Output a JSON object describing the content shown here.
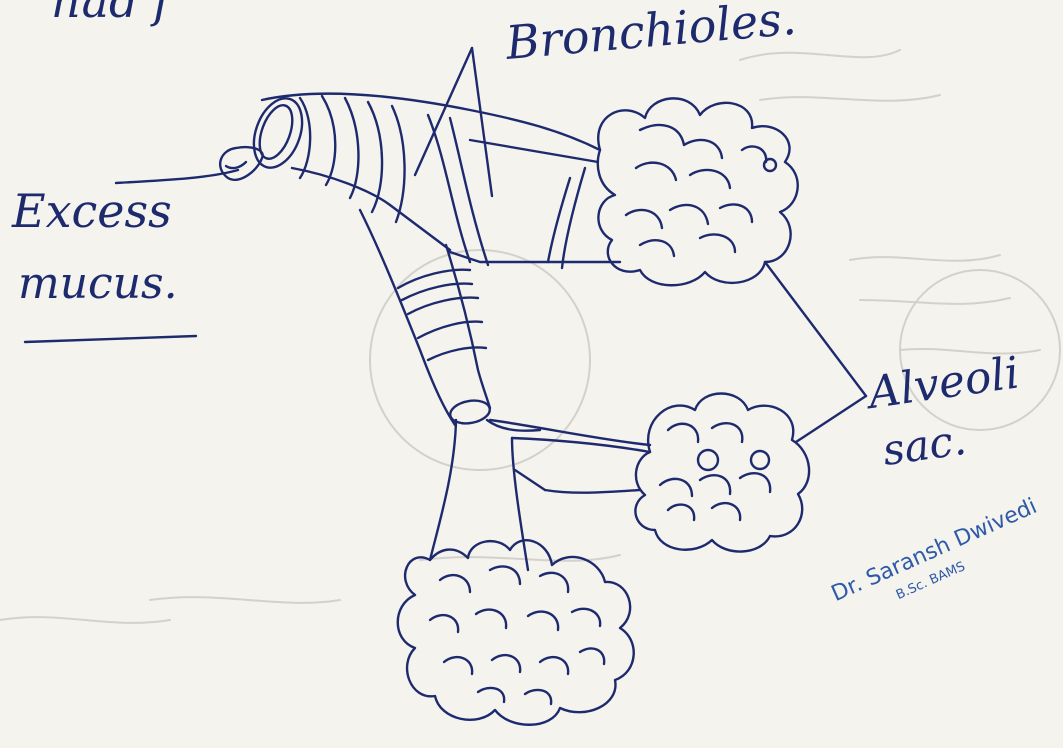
{
  "heading_partial": "had f",
  "labels": {
    "bronchioles": "Bronchioles.",
    "excess": "Excess",
    "mucus": "mucus.",
    "alveoli": "Alveoli",
    "sac": "sac."
  },
  "stamp": {
    "name": "Dr. Saransh Dwivedi",
    "degree": "B.Sc. BAMS"
  },
  "colors": {
    "ink": "#1e2a6e",
    "stamp": "#2f5aa8",
    "paper": "#f4f3ee"
  }
}
